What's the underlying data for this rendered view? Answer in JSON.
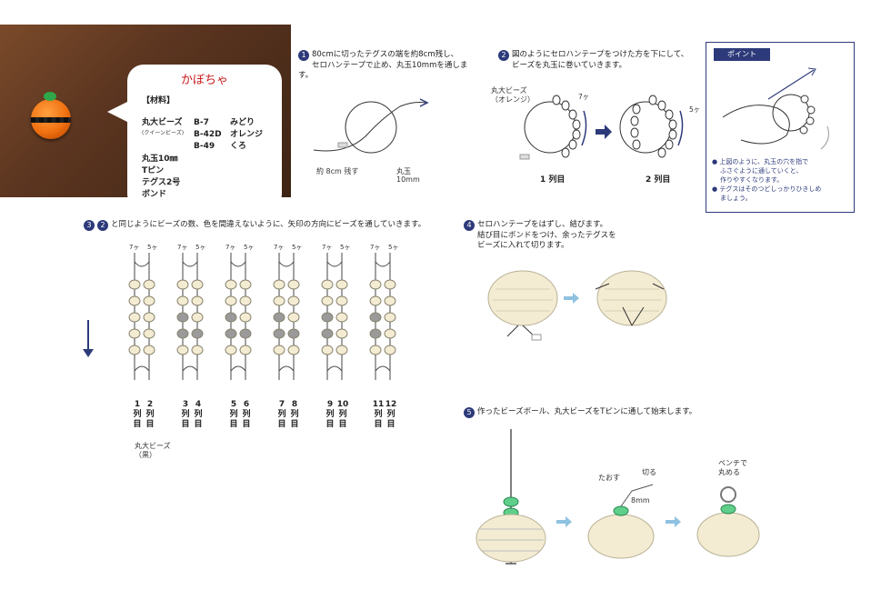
{
  "title": "かぼちゃ",
  "materials": {
    "heading": "【材料】",
    "bead_type": "丸大ビーズ",
    "bead_sub": "(クイーンビーズ)",
    "items": [
      {
        "code": "B-7",
        "color": "みどり"
      },
      {
        "code": "B-42D",
        "color": "オレンジ"
      },
      {
        "code": "B-49",
        "color": "くろ"
      }
    ],
    "others": [
      "丸玉10㎜",
      "Tピン",
      "テグス2号",
      "ボンド"
    ]
  },
  "steps": {
    "s1": {
      "num": "1",
      "text1": "80cmに切ったテグスの端を約8cm残し、",
      "text2": "セロハンテープで止め、丸玉10mmを通します。",
      "label_left": "約 8cm 残す",
      "label_right1": "丸玉",
      "label_right2": "10mm"
    },
    "s2": {
      "num": "2",
      "text1": "図のようにセロハンテープをつけた方を下にして、",
      "text2": "ビーズを丸玉に巻いていきます。",
      "bead_label1": "丸大ビーズ",
      "bead_label2": "（オレンジ）",
      "count1": "7ヶ",
      "count2": "5ヶ",
      "row1": "1 列目",
      "row2": "2 列目"
    },
    "point": {
      "head": "ポイント",
      "note1a": "上図のように、丸玉の穴を指で",
      "note1b": "ふさぐように通していくと、",
      "note1c": "作りやすくなります。",
      "note2a": "テグスはそのつどしっかりひきしめ",
      "note2b": "ましょう。"
    },
    "s3": {
      "num1": "3",
      "num2": "2",
      "text": "と同じようにビーズの数、色を間違えないように、矢印の方向にビーズを通していきます。",
      "counts": [
        "7ヶ",
        "5ヶ"
      ],
      "black_label1": "丸大ビーズ",
      "black_label2": "（黒）"
    },
    "s4": {
      "num": "4",
      "text1": "セロハンテープをはずし、結びます。",
      "text2": "結び目にボンドをつけ、余ったテグスを",
      "text3": "ビーズに入れて切ります。"
    },
    "s5": {
      "num": "5",
      "text": "作ったビーズボール、丸大ビーズをTピンに通して始末します。",
      "bend": "たおす",
      "cut": "切る",
      "len": "8mm",
      "plier1": "ペンチで",
      "plier2": "丸める"
    }
  },
  "columns": [
    {
      "a": "1",
      "b": "2"
    },
    {
      "a": "3",
      "b": "4"
    },
    {
      "a": "5",
      "b": "6"
    },
    {
      "a": "7",
      "b": "8"
    },
    {
      "a": "9",
      "b": "10"
    },
    {
      "a": "11",
      "b": "12"
    }
  ],
  "col_suffix1": "列",
  "col_suffix2": "目",
  "colors": {
    "accent": "#2d3a7a",
    "orange": "#f07010",
    "bead": "#f3ecd2",
    "bead_dark": "#9a9a9a",
    "title_red": "#c81818"
  }
}
